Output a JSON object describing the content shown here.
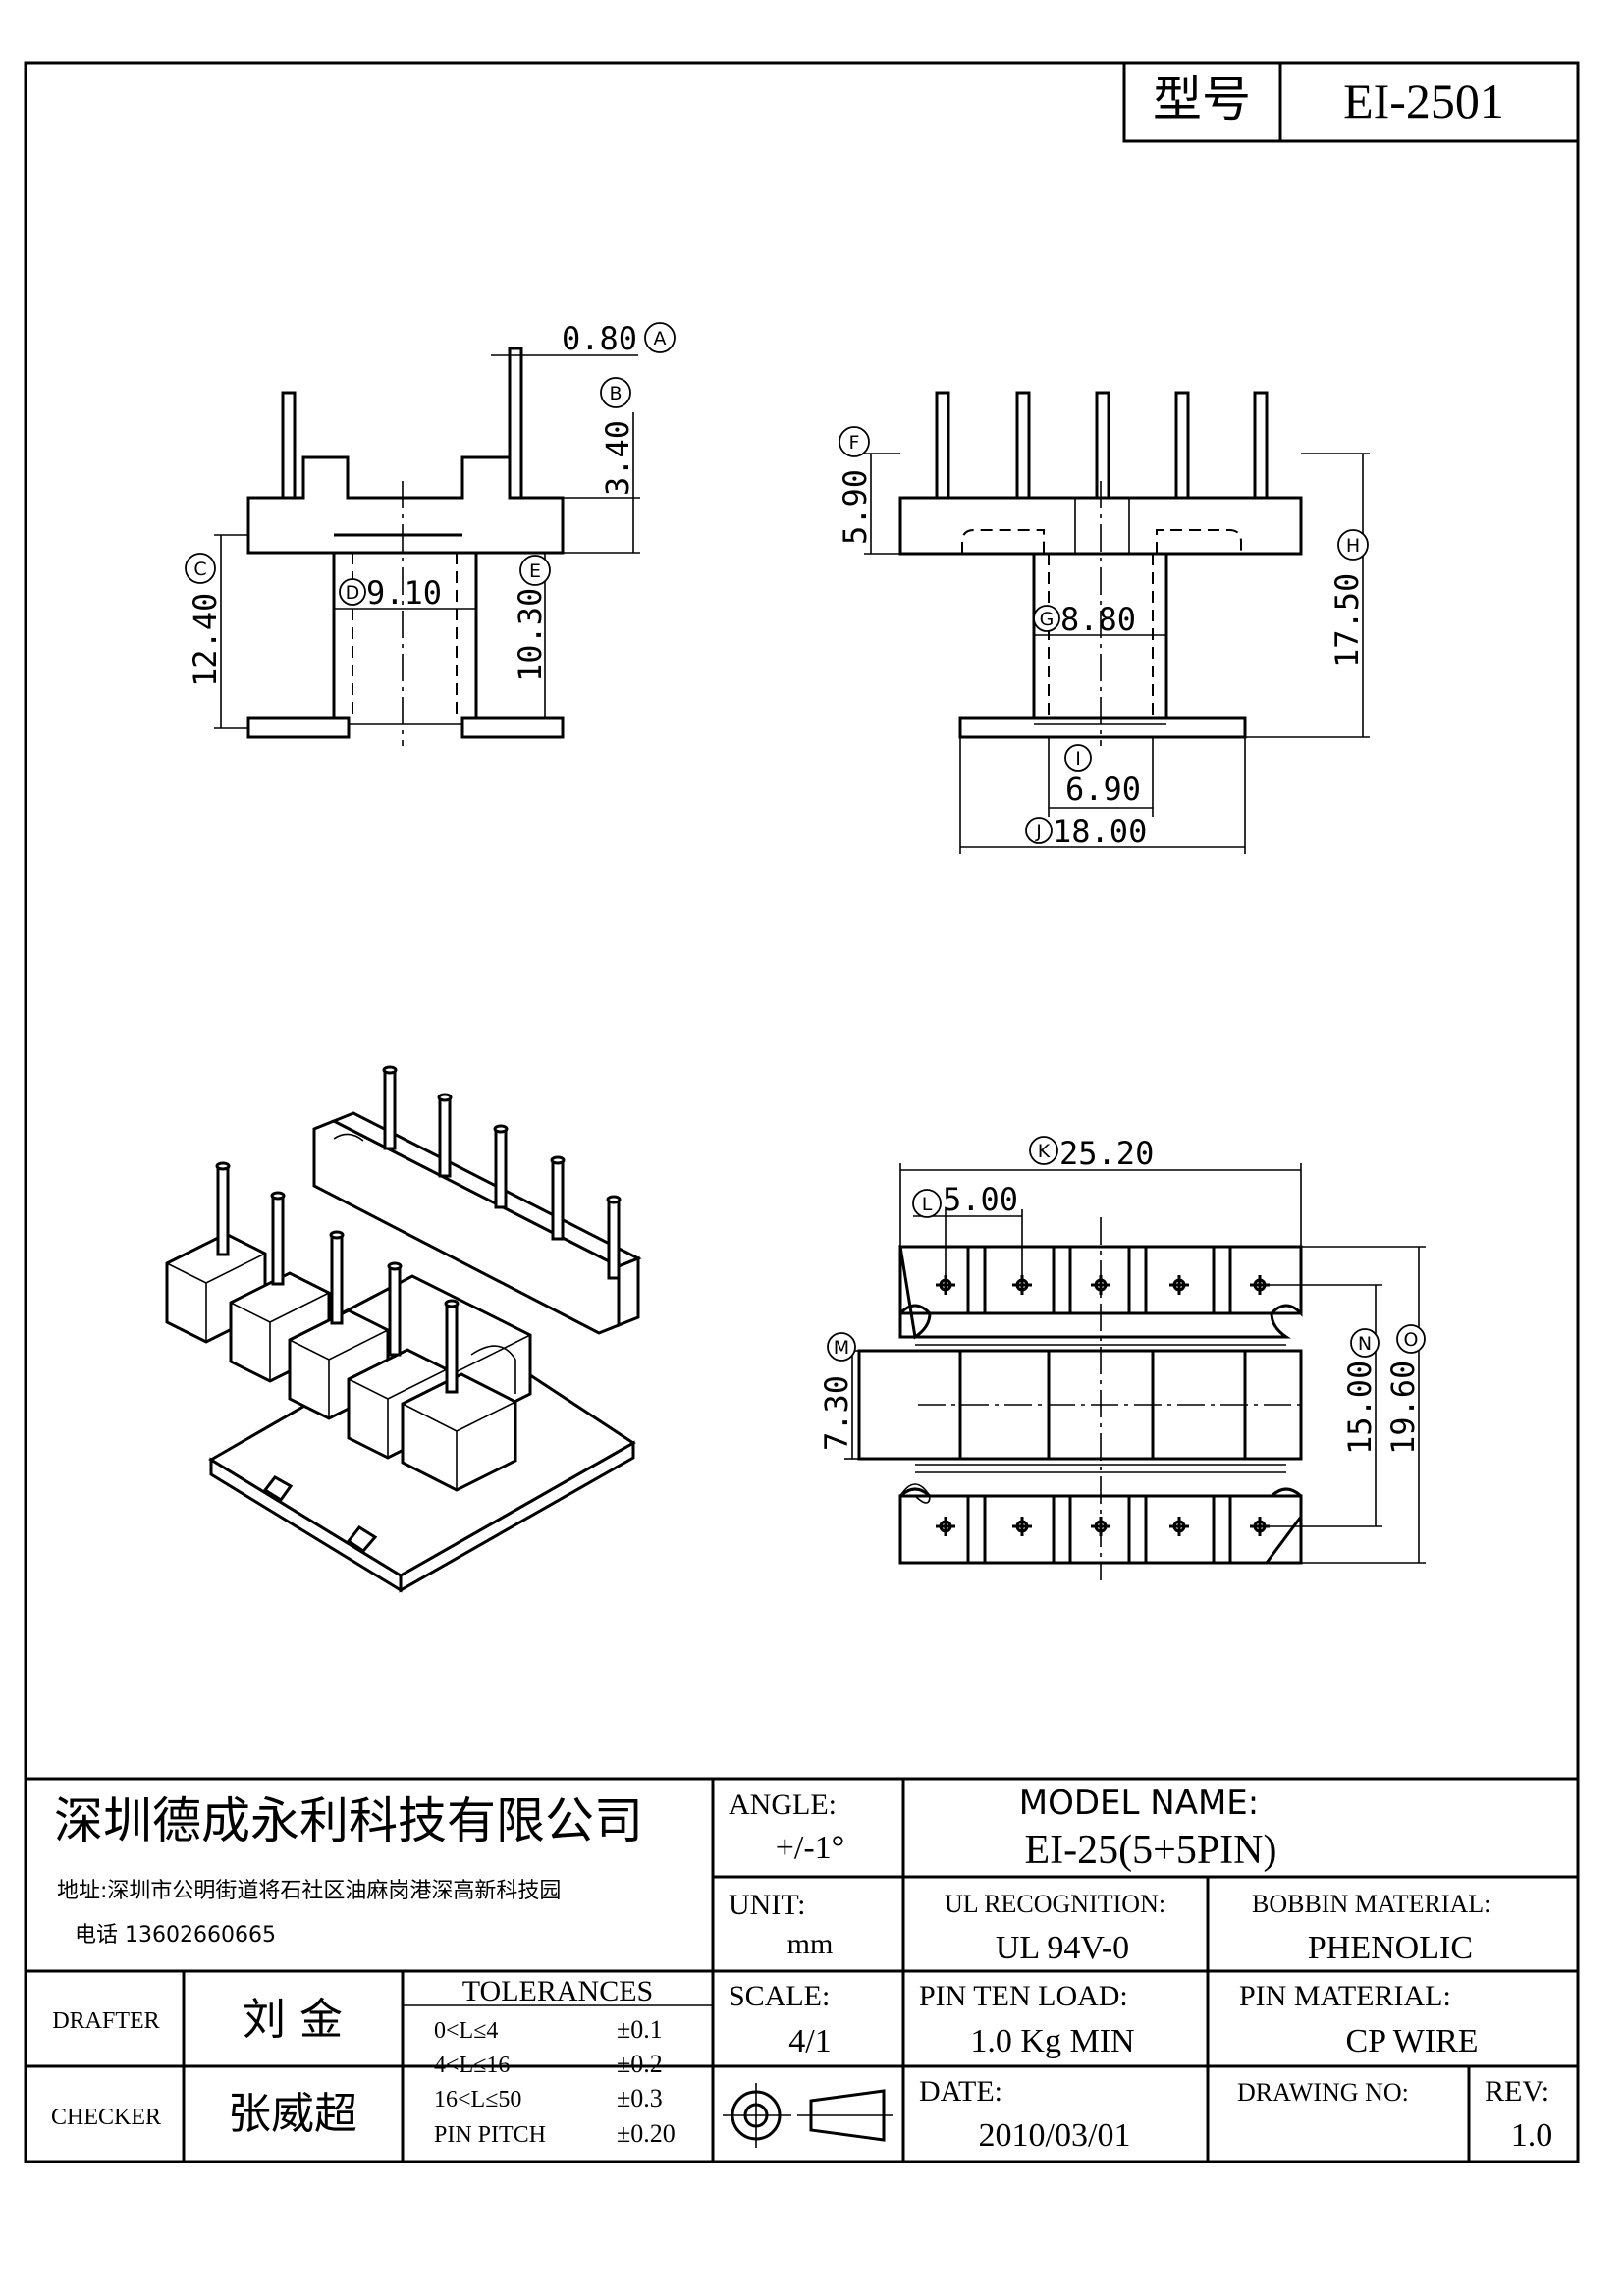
{
  "header": {
    "model_label": "型号",
    "model_value": "EI-2501"
  },
  "views": {
    "side": {
      "dims": {
        "a": "0.80",
        "a_mark": "A",
        "b": "3.40",
        "b_mark": "B",
        "c": "12.40",
        "c_mark": "C",
        "d": "9.10",
        "d_mark": "D",
        "e": "10.30",
        "e_mark": "E"
      }
    },
    "front": {
      "dims": {
        "f": "5.90",
        "f_mark": "F",
        "g": "8.80",
        "g_mark": "G",
        "h": "17.50",
        "h_mark": "H",
        "i": "6.90",
        "i_mark": "I",
        "j": "18.00",
        "j_mark": "J"
      }
    },
    "bottom": {
      "dims": {
        "k": "25.20",
        "k_mark": "K",
        "l": "5.00",
        "l_mark": "L",
        "m": "7.30",
        "m_mark": "M",
        "n": "15.00",
        "n_mark": "N",
        "o": "19.60",
        "o_mark": "O"
      }
    }
  },
  "title_block": {
    "company": "深圳德成永利科技有限公司",
    "address": "地址:深圳市公明街道将石社区油麻岗港深高新科技园",
    "phone": "电话 13602660665",
    "drafter_label": "DRAFTER",
    "drafter": "刘  金",
    "checker_label": "CHECKER",
    "checker": "张威超",
    "tolerances_label": "TOLERANCES",
    "tolerances": [
      {
        "range": "0<L≤4",
        "value": "±0.1"
      },
      {
        "range": "4<L≤16",
        "value": "±0.2"
      },
      {
        "range": "16<L≤50",
        "value": "±0.3"
      },
      {
        "range": "PIN PITCH",
        "value": "±0.20"
      }
    ],
    "angle_label": "ANGLE:",
    "angle": "+/-1°",
    "unit_label": "UNIT:",
    "unit": "mm",
    "scale_label": "SCALE:",
    "scale": "4/1",
    "model_name_label": "MODEL NAME:",
    "model_name": "EI-25(5+5PIN)",
    "ul_label": "UL RECOGNITION:",
    "ul": "UL 94V-0",
    "bobbin_label": "BOBBIN MATERIAL:",
    "bobbin": "PHENOLIC",
    "pin_load_label": "PIN TEN LOAD:",
    "pin_load": "1.0 Kg MIN",
    "pin_material_label": "PIN MATERIAL:",
    "pin_material": "CP WIRE",
    "date_label": "DATE:",
    "date": "2010/03/01",
    "drawing_no_label": "DRAWING NO:",
    "rev_label": "REV:",
    "rev": "1.0"
  }
}
